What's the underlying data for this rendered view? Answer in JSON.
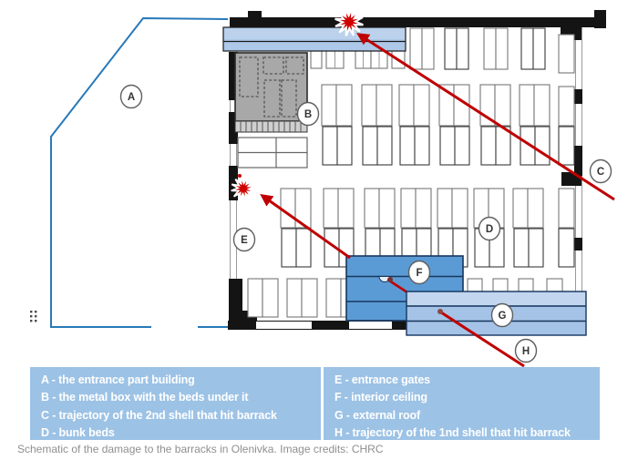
{
  "plan_labels": {
    "a": "A",
    "b": "B",
    "c": "C",
    "d": "D",
    "e": "E",
    "f": "F",
    "g": "G",
    "h": "H"
  },
  "legend": {
    "left": [
      "A - the entrance part building",
      "B - the metal box with the beds under it",
      "C - trajectory of the 2nd shell that hit barrack",
      "D - bunk beds"
    ],
    "right": [
      "E - entrance gates",
      "F - interior ceiling",
      "G - external roof",
      "H - trajectory of the 1nd shell that hit barrack"
    ]
  },
  "caption": "Schematic of the damage to the barracks in Olenivka. Image credits: CHRC",
  "icons": {
    "explosion_top": "shell-impact-burst",
    "explosion_left": "shell-impact-burst",
    "dots_handle": "grid-dots"
  },
  "colors": {
    "trajectory_red": "#c00000",
    "entrance_outline_blue": "#2979b8",
    "roof_blue": "#9cc2e5",
    "ceiling_blue": "#5b9bd5",
    "metal_box_gray": "#a8a8a8",
    "wall_black": "#141414",
    "legend_bg": "#9cc2e5",
    "legend_text": "#ffffff",
    "caption_gray": "#8f8f8f"
  }
}
